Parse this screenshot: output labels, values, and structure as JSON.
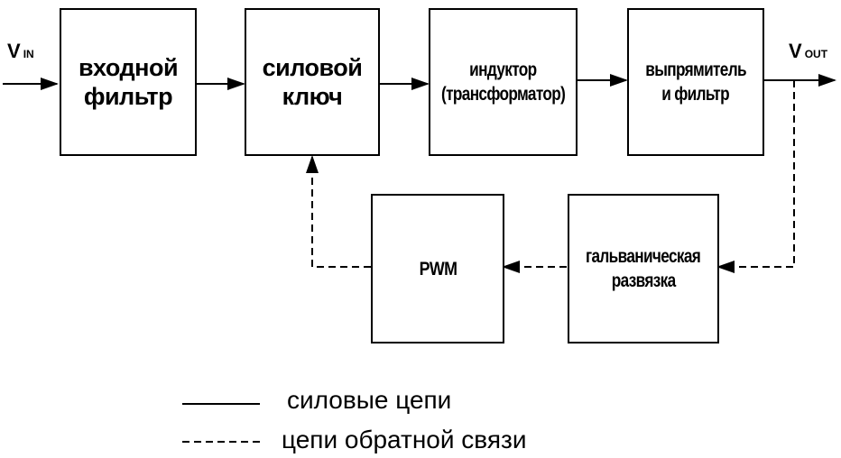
{
  "inputs": {
    "vin_main": "V",
    "vin_sub": "IN",
    "vout_main": "V",
    "vout_sub": "OUT"
  },
  "blocks": {
    "input_filter": [
      "входной",
      "фильтр"
    ],
    "power_switch": [
      "силовой",
      "ключ"
    ],
    "inductor": [
      "индуктор",
      "(трансформатор)"
    ],
    "rectifier": [
      "выпрямитель",
      "и фильтр"
    ],
    "isolation": [
      "гальваническая",
      "развязка"
    ],
    "pwm": [
      "PWM"
    ]
  },
  "legend": {
    "power": "силовые цепи",
    "feedback": "цепи обратной связи"
  }
}
